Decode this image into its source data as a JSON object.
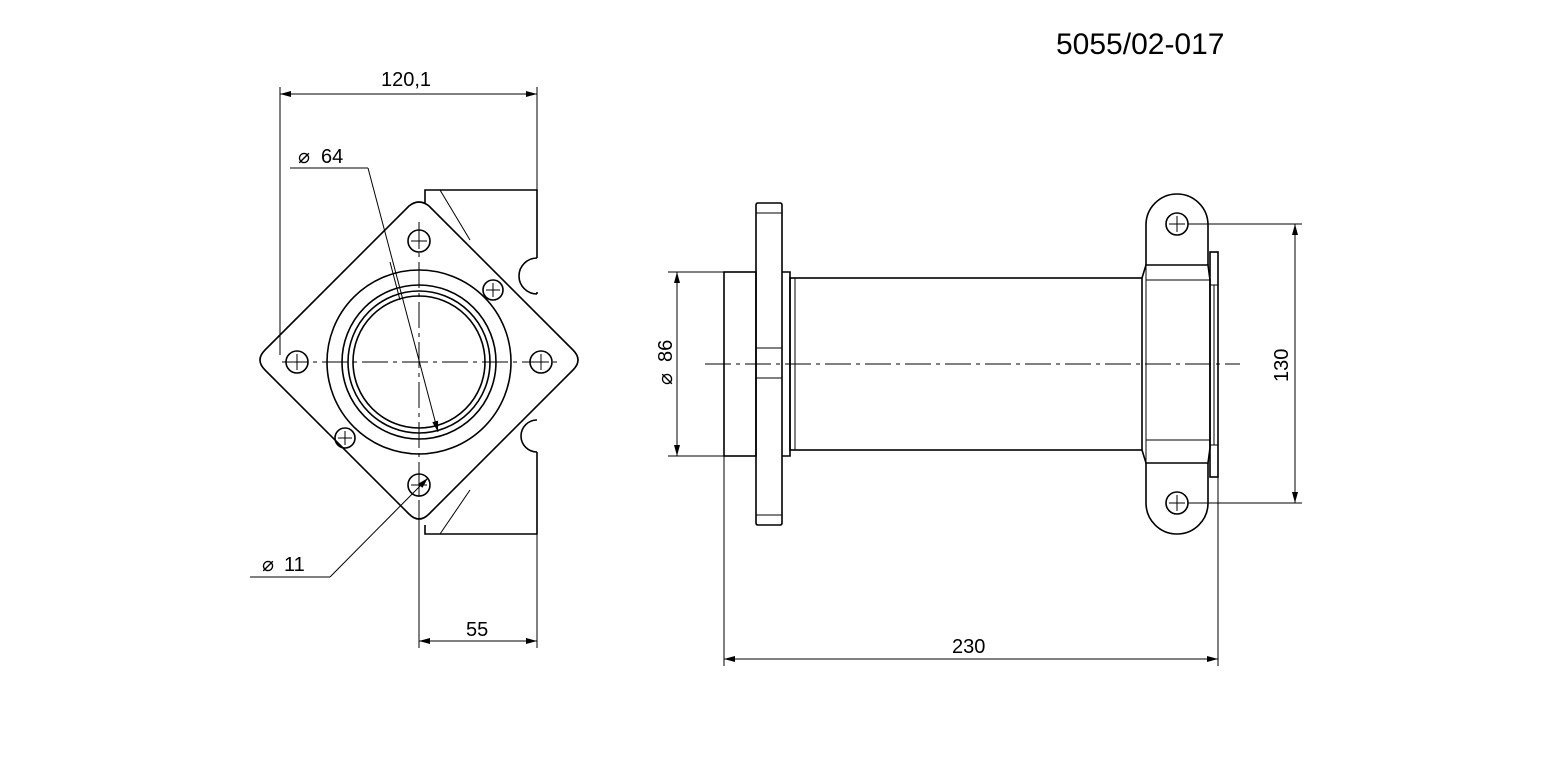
{
  "drawing": {
    "part_number": "5055/02-017",
    "front_view": {
      "width_label": "120,1",
      "bore_label": "64",
      "hole_label": "11",
      "depth_label": "55"
    },
    "side_view": {
      "outer_dia_label": "86",
      "length_label": "230",
      "hole_spacing_label": "130"
    },
    "diameter_symbol": "⌀"
  }
}
